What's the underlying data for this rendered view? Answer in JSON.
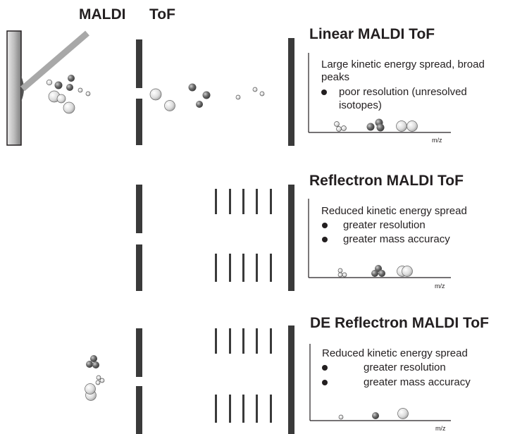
{
  "header": {
    "maldi_label": "MALDI",
    "tof_label": "ToF"
  },
  "panels": [
    {
      "title": "Linear MALDI ToF",
      "description_line1": "Large kinetic energy spread, broad",
      "description_line2": "peaks",
      "bullets": [
        "poor resolution (unresolved",
        "isotopes)"
      ],
      "axis_label": "m/z"
    },
    {
      "title": "Reflectron MALDI ToF",
      "description_line1": "Reduced kinetic energy spread",
      "bullets": [
        "greater resolution",
        "greater mass accuracy"
      ],
      "axis_label": "m/z"
    },
    {
      "title": "DE Reflectron MALDI ToF",
      "description_line1": "Reduced kinetic energy spread",
      "bullets": [
        "greater resolution",
        "greater mass accuracy"
      ],
      "axis_label": "m/z"
    }
  ],
  "colors": {
    "ink": "#231f20",
    "bar": "#3a3a3a",
    "target_light": "#d9d9d9",
    "target_dark": "#8c8c8c",
    "laser": "#a8a8a8",
    "ion_dark": "#3c3c3c",
    "ion_light": "#e4e4e4"
  },
  "icons": [
    "sample-target-plate",
    "laser-beam",
    "ion-packet",
    "extraction-grid",
    "detector-plate",
    "reflectron-lens",
    "spectrum-peak"
  ]
}
